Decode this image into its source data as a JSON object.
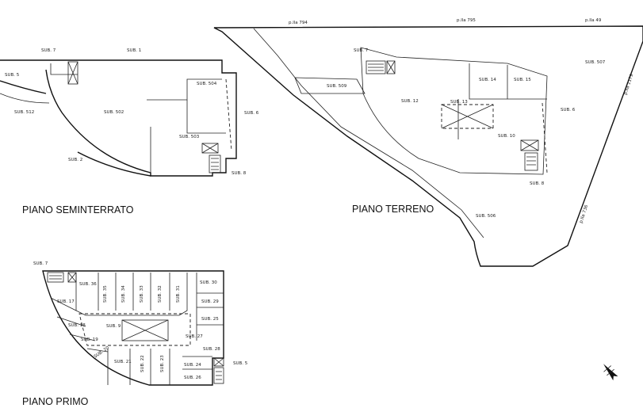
{
  "floors": {
    "basement": "PIANO SEMINTERRATO",
    "ground": "PIANO TERRENO",
    "first": "PIANO PRIMO"
  },
  "parcels": {
    "p794": "p.lla 794",
    "p795": "p.lla 795",
    "p49": "p.lla 49",
    "p1179": "p.lla 1179",
    "p736": "p.lla 736"
  },
  "basement_labels": {
    "sub7": "SUB. 7",
    "sub1": "SUB. 1",
    "sub5": "SUB. 5",
    "sub502": "SUB. 502",
    "sub504": "SUB. 504",
    "sub6": "SUB. 6",
    "sub503": "SUB. 503",
    "sub512": "SUB. 512",
    "sub2": "SUB. 2",
    "sub8": "SUB. 8"
  },
  "ground_labels": {
    "sub7": "SUB. 7",
    "sub507": "SUB. 507",
    "sub509": "SUB. 509",
    "sub14": "SUB. 14",
    "sub15": "SUB. 15",
    "sub12": "SUB. 12",
    "sub13": "SUB. 13",
    "sub6": "SUB. 6",
    "sub10": "SUB. 10",
    "sub8": "SUB. 8",
    "sub506": "SUB. 506"
  },
  "first_labels": {
    "sub7": "SUB. 7",
    "sub36": "SUB. 36",
    "sub35": "SUB. 35",
    "sub34": "SUB. 34",
    "sub33": "SUB. 33",
    "sub32": "SUB. 32",
    "sub31": "SUB. 31",
    "sub30": "SUB. 30",
    "sub17": "SUB. 17",
    "sub29": "SUB. 29",
    "sub18": "SUB. 18",
    "sub9": "SUB. 9",
    "sub25": "SUB. 25",
    "sub19": "SUB. 19",
    "sub27": "SUB. 27",
    "sub20": "SUB. 20",
    "sub28": "SUB. 28",
    "sub21": "SUB. 21",
    "sub22": "SUB. 22",
    "sub23": "SUB. 23",
    "sub24": "SUB. 24",
    "sub5": "SUB. 5",
    "sub26": "SUB. 26"
  },
  "colors": {
    "ink": "#111111",
    "paper": "#ffffff"
  },
  "icons": {
    "north": "north-arrow-icon",
    "stair": "stair-icon",
    "lift": "lift-cross-icon"
  }
}
